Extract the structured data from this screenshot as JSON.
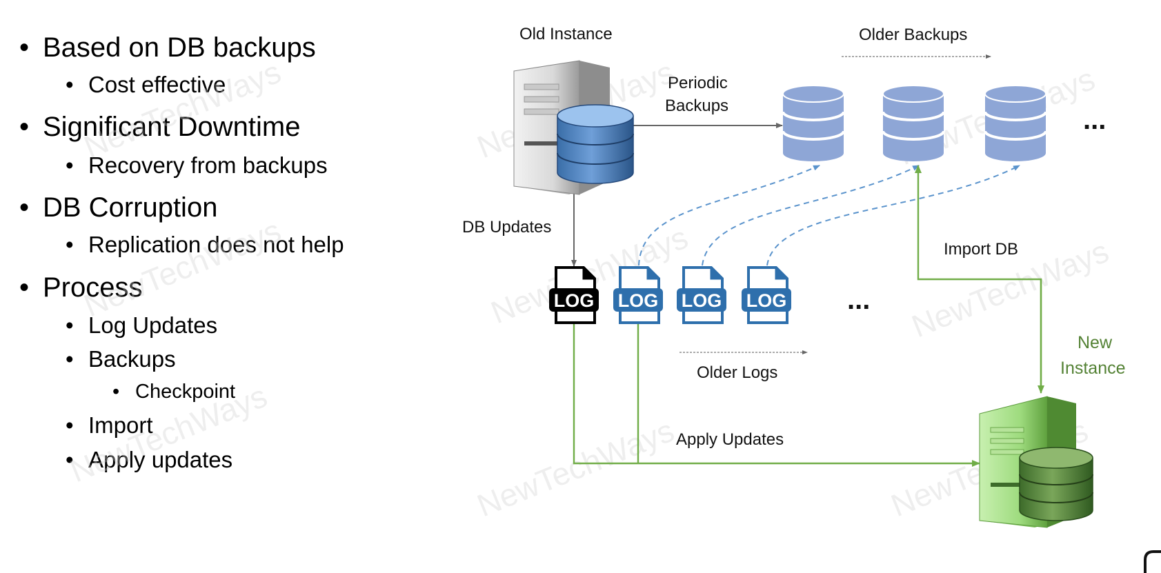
{
  "bullets": [
    {
      "level": 1,
      "text": "Based on DB backups"
    },
    {
      "level": 2,
      "text": "Cost effective"
    },
    {
      "level": 1,
      "text": "Significant Downtime"
    },
    {
      "level": 2,
      "text": "Recovery from backups"
    },
    {
      "level": 1,
      "text": "DB Corruption"
    },
    {
      "level": 2,
      "text": "Replication does not help"
    },
    {
      "level": 1,
      "text": "Process"
    },
    {
      "level": 2,
      "text": "Log Updates"
    },
    {
      "level": 2,
      "text": "Backups"
    },
    {
      "level": 3,
      "text": "Checkpoint"
    },
    {
      "level": 2,
      "text": "Import"
    },
    {
      "level": 2,
      "text": "Apply updates"
    }
  ],
  "diagram": {
    "old_instance_label": "Old Instance",
    "periodic_backups_line1": "Periodic",
    "periodic_backups_line2": "Backups",
    "older_backups_label": "Older Backups",
    "backups_more": "...",
    "db_updates_label": "DB Updates",
    "log_label": "LOG",
    "logs_more": "...",
    "older_logs_label": "Older Logs",
    "import_db_label": "Import DB",
    "new_instance_line1": "New",
    "new_instance_line2": "Instance",
    "apply_updates_label": "Apply Updates",
    "watermark": "NewTechWays"
  },
  "colors": {
    "blue_db": "#8ea6d6",
    "blue_log": "#2e6fac",
    "dashed_blue": "#5a93cc",
    "green_line": "#70ad47",
    "green_text": "#548235",
    "gray_arrow": "#666666"
  }
}
